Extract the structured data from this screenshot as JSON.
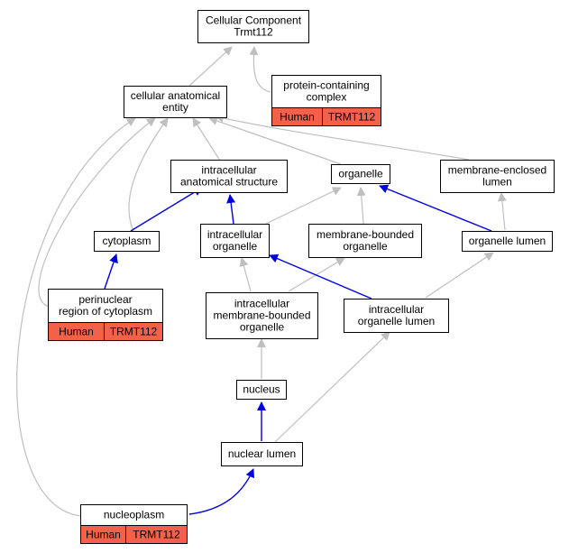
{
  "title_lines": [
    "Cellular Component",
    "Trmt112"
  ],
  "nodes": {
    "root": {
      "lines": [
        "Cellular Component",
        "Trmt112"
      ]
    },
    "cae": {
      "lines": [
        "cellular anatomical",
        "entity"
      ]
    },
    "pcc": {
      "lines": [
        "protein-containing",
        "complex"
      ],
      "badge": [
        "Human",
        "TRMT112"
      ]
    },
    "ias": {
      "lines": [
        "intracellular",
        "anatomical structure"
      ]
    },
    "organelle": {
      "lines": [
        "organelle"
      ]
    },
    "mel": {
      "lines": [
        "membrane-enclosed",
        "lumen"
      ]
    },
    "cytoplasm": {
      "lines": [
        "cytoplasm"
      ]
    },
    "io": {
      "lines": [
        "intracellular",
        "organelle"
      ]
    },
    "mbo": {
      "lines": [
        "membrane-bounded",
        "organelle"
      ]
    },
    "ol": {
      "lines": [
        "organelle lumen"
      ]
    },
    "prc": {
      "lines": [
        "perinuclear",
        "region of cytoplasm"
      ],
      "badge": [
        "Human",
        "TRMT112"
      ]
    },
    "imbo": {
      "lines": [
        "intracellular",
        "membrane-bounded",
        "organelle"
      ]
    },
    "iol": {
      "lines": [
        "intracellular",
        "organelle lumen"
      ]
    },
    "nucleus": {
      "lines": [
        "nucleus"
      ]
    },
    "nl": {
      "lines": [
        "nuclear lumen"
      ]
    },
    "np": {
      "lines": [
        "nucleoplasm"
      ],
      "badge": [
        "Human",
        "TRMT112"
      ]
    }
  },
  "colors": {
    "is_a_edge": "#bfbfbf",
    "part_of_edge": "#0000dd",
    "badge_fill": "#f4614a",
    "node_border": "#000000"
  }
}
